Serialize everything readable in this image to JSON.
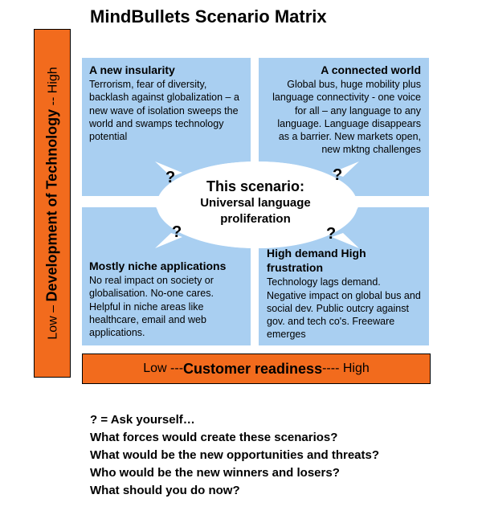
{
  "title": "MindBullets Scenario Matrix",
  "y_axis": {
    "low": "Low –",
    "label": "Development  of Technology",
    "high": "-- High"
  },
  "x_axis": {
    "low": "Low --- ",
    "label": "Customer readiness",
    "high": " ---- High"
  },
  "quadrants": {
    "top_left": {
      "heading": "A new insularity",
      "body": "Terrorism, fear of diversity, backlash against globalization – a new wave of isolation sweeps the world and swamps technology potential"
    },
    "top_right": {
      "heading": "A connected world",
      "body": "Global bus, huge mobility plus language connectivity - one voice for all – any language to any language. Language disappears as a barrier. New markets open, new mktng challenges"
    },
    "bottom_left": {
      "heading": "Mostly niche applications",
      "body": "No real impact on society or globalisation. No-one cares. Helpful in niche areas like healthcare, email and web applications."
    },
    "bottom_right": {
      "heading": "High demand High frustration",
      "body": "Technology lags demand. Negative impact on global bus and social dev. Public outcry against  gov. and tech co's. Freeware emerges"
    }
  },
  "center": {
    "line1": "This scenario:",
    "line2": "Universal language",
    "line3": "proliferation"
  },
  "question_mark": "?",
  "questions": [
    "? = Ask yourself…",
    "What forces would create these scenarios?",
    "What would be the new opportunities and threats?",
    "Who would be the new winners and losers?",
    "What should you do now?"
  ],
  "colors": {
    "axis_fill": "#f26b1d",
    "quadrant_fill": "#a9cff1",
    "ellipse_fill": "#ffffff"
  }
}
